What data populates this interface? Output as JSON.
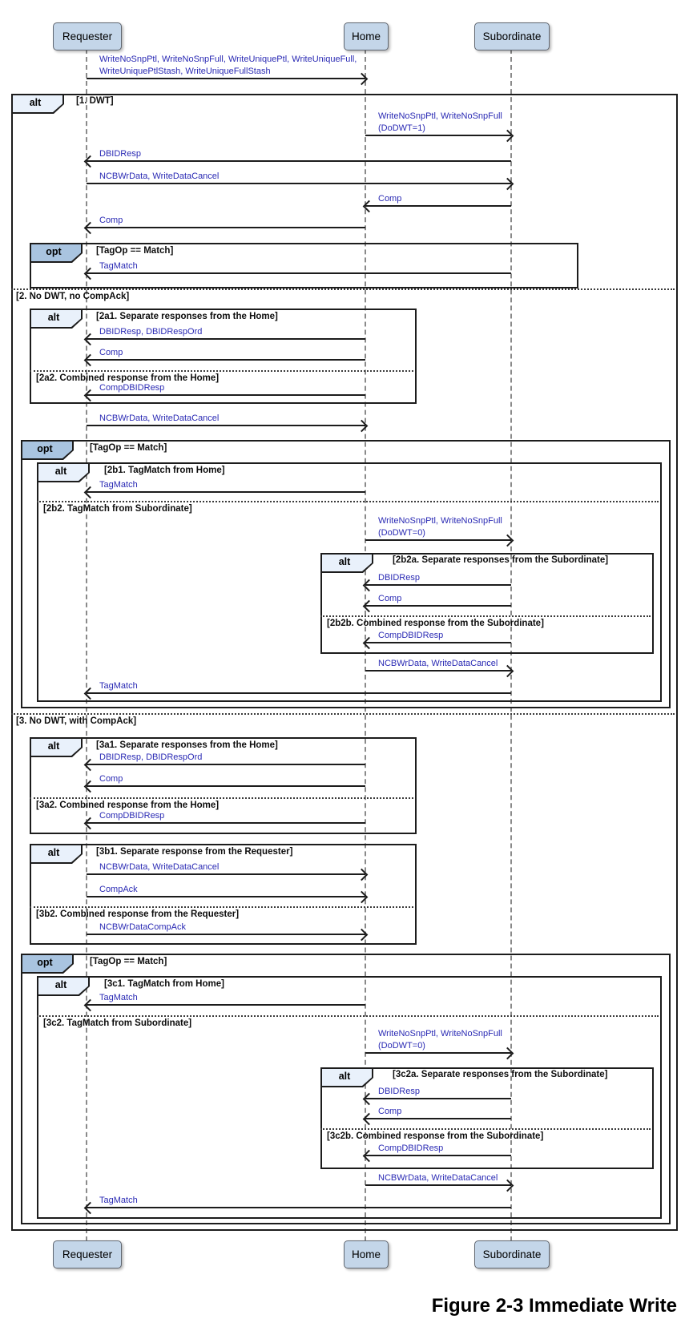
{
  "caption": "Figure 2-3 Immediate Write",
  "participants": {
    "requester": "Requester",
    "home": "Home",
    "subordinate": "Subordinate"
  },
  "operators": {
    "alt": "alt",
    "opt": "opt"
  },
  "frames": {
    "outer_alt": {
      "operator": "alt",
      "guard1": "[1. DWT]",
      "guard2": "[2. No DWT, no CompAck]",
      "guard3": "[3. No DWT, with CompAck]"
    },
    "opt1": {
      "operator": "opt",
      "guard": "[TagOp == Match]"
    },
    "alt2a": {
      "operator": "alt",
      "guard1": "[2a1. Separate responses from the Home]",
      "guard2": "[2a2. Combined response from the Home]"
    },
    "opt2": {
      "operator": "opt",
      "guard": "[TagOp == Match]"
    },
    "alt2b": {
      "operator": "alt",
      "guard1": "[2b1. TagMatch from Home]",
      "guard2": "[2b2. TagMatch from Subordinate]"
    },
    "alt2b2": {
      "operator": "alt",
      "guard1": "[2b2a. Separate responses from the Subordinate]",
      "guard2": "[2b2b. Combined response from the Subordinate]"
    },
    "alt3a": {
      "operator": "alt",
      "guard1": "[3a1. Separate responses from the Home]",
      "guard2": "[3a2. Combined response from the Home]"
    },
    "alt3b": {
      "operator": "alt",
      "guard1": "[3b1. Separate response from the Requester]",
      "guard2": "[3b2. Combined response from the Requester]"
    },
    "opt3": {
      "operator": "opt",
      "guard": "[TagOp == Match]"
    },
    "alt3c": {
      "operator": "alt",
      "guard1": "[3c1. TagMatch from Home]",
      "guard2": "[3c2. TagMatch from Subordinate]"
    },
    "alt3c2": {
      "operator": "alt",
      "guard1": "[3c2a. Separate responses from the Subordinate]",
      "guard2": "[3c2b. Combined response from the Subordinate]"
    }
  },
  "messages": [
    {
      "from": "Requester",
      "to": "Home",
      "label": "WriteNoSnpPtl, WriteNoSnpFull, WriteUniquePtl, WriteUniqueFull,\nWriteUniquePtlStash, WriteUniqueFullStash"
    },
    {
      "from": "Home",
      "to": "Subordinate",
      "label": "WriteNoSnpPtl, WriteNoSnpFull\n(DoDWT=1)"
    },
    {
      "from": "Subordinate",
      "to": "Requester",
      "label": "DBIDResp"
    },
    {
      "from": "Requester",
      "to": "Subordinate",
      "label": "NCBWrData, WriteDataCancel"
    },
    {
      "from": "Subordinate",
      "to": "Home",
      "label": "Comp"
    },
    {
      "from": "Home",
      "to": "Requester",
      "label": "Comp"
    },
    {
      "from": "Subordinate",
      "to": "Requester",
      "label": "TagMatch"
    },
    {
      "from": "Home",
      "to": "Requester",
      "label": "DBIDResp, DBIDRespOrd"
    },
    {
      "from": "Home",
      "to": "Requester",
      "label": "Comp"
    },
    {
      "from": "Home",
      "to": "Requester",
      "label": "CompDBIDResp"
    },
    {
      "from": "Requester",
      "to": "Home",
      "label": "NCBWrData, WriteDataCancel"
    },
    {
      "from": "Home",
      "to": "Requester",
      "label": "TagMatch"
    },
    {
      "from": "Home",
      "to": "Subordinate",
      "label": "WriteNoSnpPtl, WriteNoSnpFull\n(DoDWT=0)"
    },
    {
      "from": "Subordinate",
      "to": "Home",
      "label": "DBIDResp"
    },
    {
      "from": "Subordinate",
      "to": "Home",
      "label": "Comp"
    },
    {
      "from": "Subordinate",
      "to": "Home",
      "label": "CompDBIDResp"
    },
    {
      "from": "Home",
      "to": "Subordinate",
      "label": "NCBWrData, WriteDataCancel"
    },
    {
      "from": "Subordinate",
      "to": "Requester",
      "label": "TagMatch"
    },
    {
      "from": "Home",
      "to": "Requester",
      "label": "DBIDResp, DBIDRespOrd"
    },
    {
      "from": "Home",
      "to": "Requester",
      "label": "Comp"
    },
    {
      "from": "Home",
      "to": "Requester",
      "label": "CompDBIDResp"
    },
    {
      "from": "Requester",
      "to": "Home",
      "label": "NCBWrData, WriteDataCancel"
    },
    {
      "from": "Requester",
      "to": "Home",
      "label": "CompAck"
    },
    {
      "from": "Requester",
      "to": "Home",
      "label": "NCBWrDataCompAck"
    },
    {
      "from": "Home",
      "to": "Requester",
      "label": "TagMatch"
    },
    {
      "from": "Home",
      "to": "Subordinate",
      "label": "WriteNoSnpPtl, WriteNoSnpFull\n(DoDWT=0)"
    },
    {
      "from": "Subordinate",
      "to": "Home",
      "label": "DBIDResp"
    },
    {
      "from": "Subordinate",
      "to": "Home",
      "label": "Comp"
    },
    {
      "from": "Subordinate",
      "to": "Home",
      "label": "CompDBIDResp"
    },
    {
      "from": "Home",
      "to": "Subordinate",
      "label": "NCBWrData, WriteDataCancel"
    },
    {
      "from": "Subordinate",
      "to": "Requester",
      "label": "TagMatch"
    }
  ]
}
